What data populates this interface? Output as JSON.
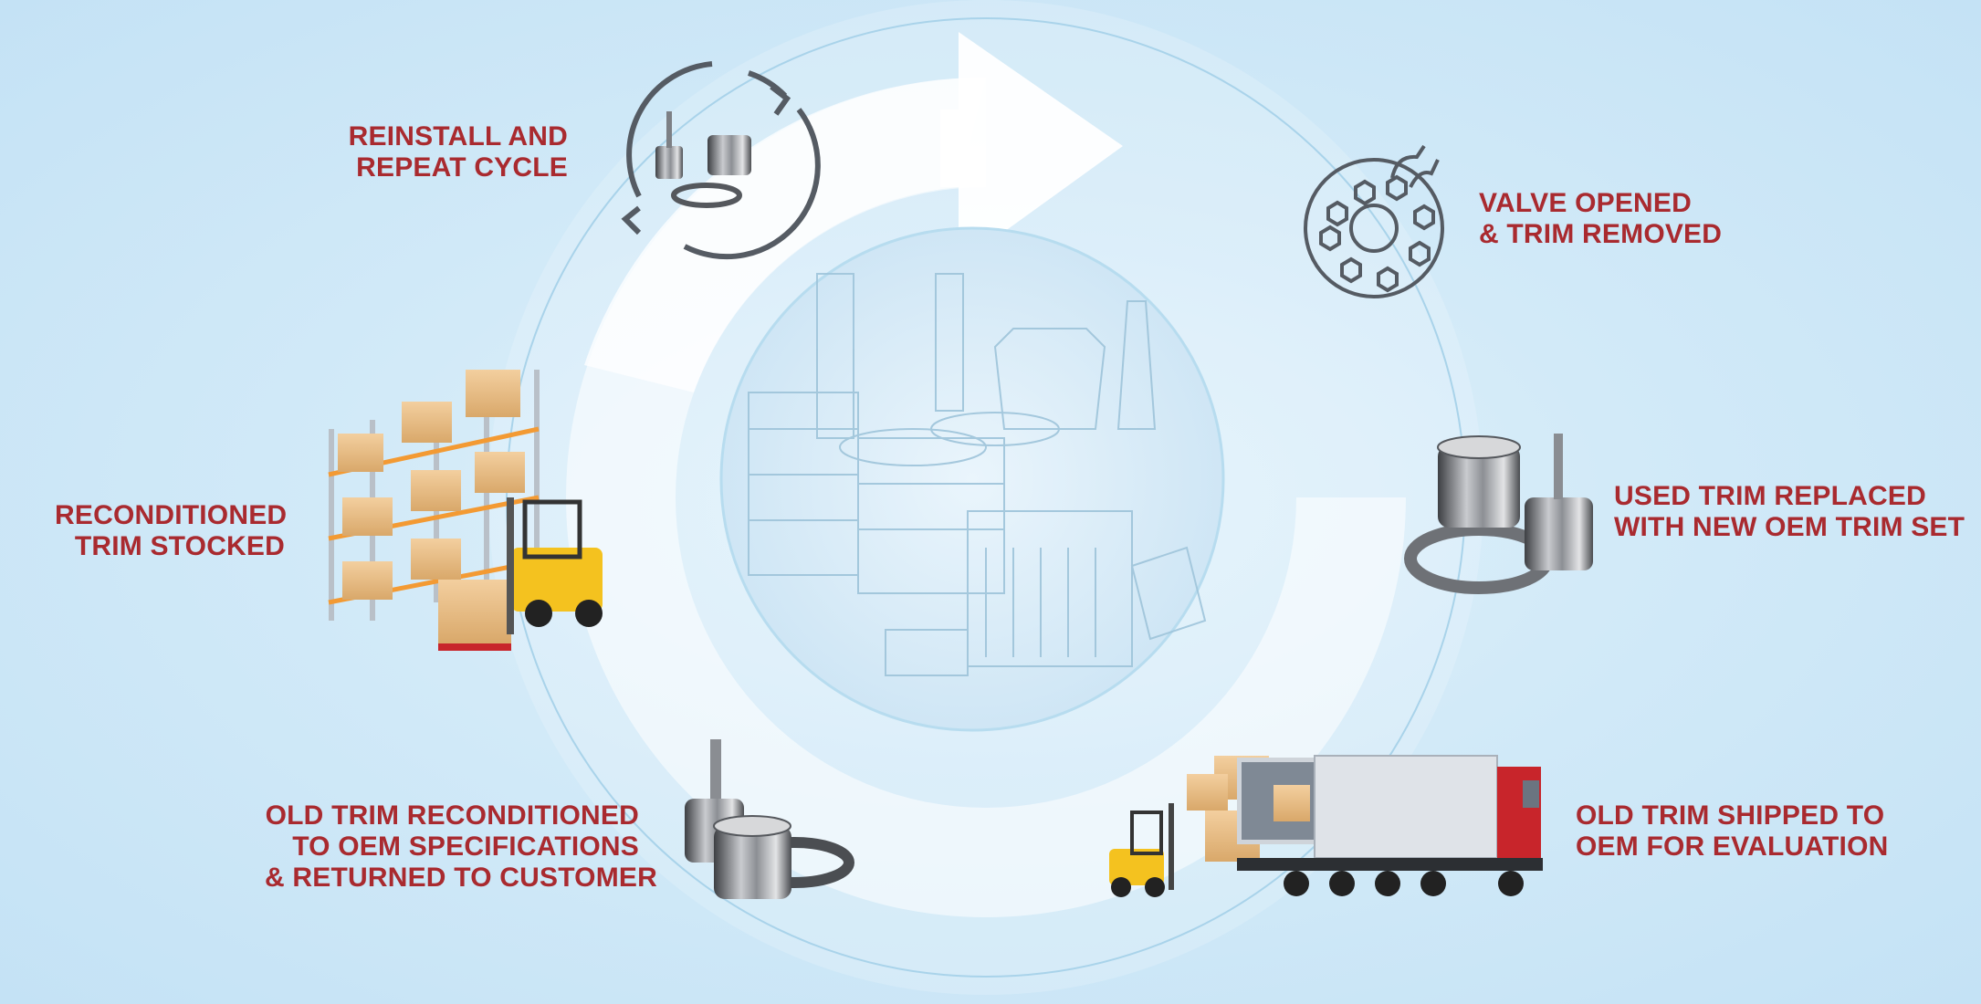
{
  "steps": [
    {
      "id": "reinstall",
      "lines": [
        "REINSTALL AND",
        "REPEAT CYCLE"
      ],
      "icon": "cycle-arrows-icon"
    },
    {
      "id": "valve-opened",
      "lines": [
        "VALVE OPENED",
        "& TRIM REMOVED"
      ],
      "icon": "valve-flange-icon"
    },
    {
      "id": "used-trim-replaced",
      "lines": [
        "USED TRIM REPLACED",
        "WITH NEW OEM TRIM SET"
      ],
      "icon": "trim-set-icon"
    },
    {
      "id": "old-trim-shipped",
      "lines": [
        "OLD TRIM SHIPPED TO",
        "OEM FOR EVALUATION"
      ],
      "icon": "truck-icon"
    },
    {
      "id": "old-trim-reconditioned",
      "lines": [
        "OLD TRIM RECONDITIONED",
        "TO OEM SPECIFICATIONS",
        "& RETURNED TO CUSTOMER"
      ],
      "icon": "trim-set-icon"
    },
    {
      "id": "reconditioned-stocked",
      "lines": [
        "RECONDITIONED",
        "TRIM STOCKED"
      ],
      "icon": "warehouse-forklift-icon"
    }
  ],
  "colors": {
    "label": "#a92a2f",
    "background": "#d2eaf8",
    "icon_stroke": "#555b63",
    "ring": "#ffffff"
  }
}
